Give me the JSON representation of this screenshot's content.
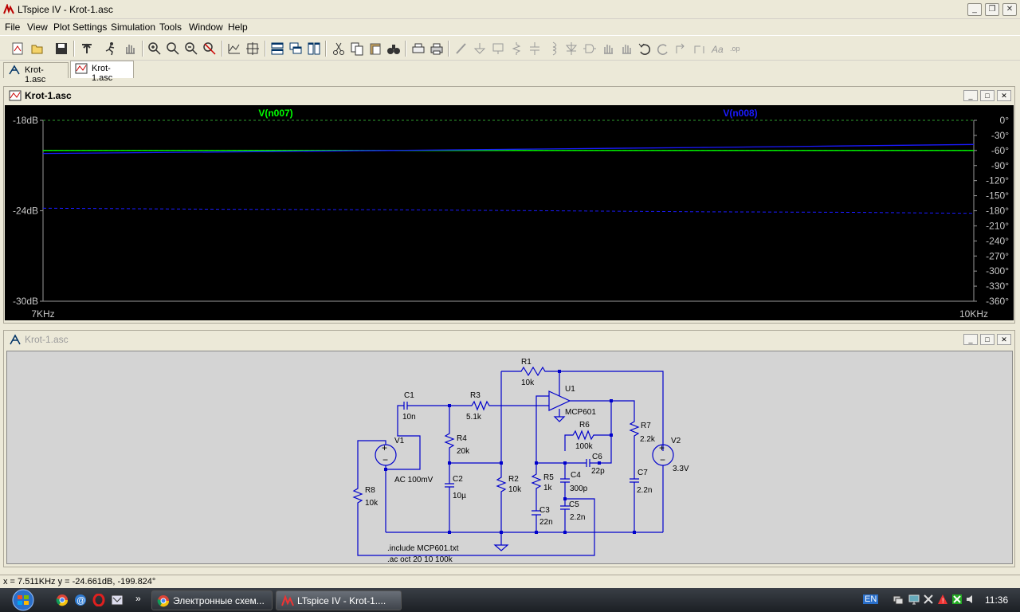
{
  "window": {
    "title": "LTspice IV - Krot-1.asc"
  },
  "menu": [
    "File",
    "View",
    "Plot Settings",
    "Simulation",
    "Tools",
    "Window",
    "Help"
  ],
  "toolbar": {
    "icons": [
      "open-schematic-icon",
      "open-file-icon",
      "save-icon",
      "control-panel-icon",
      "run-icon",
      "pan-icon",
      "zoom-in-icon",
      "zoom-area-icon",
      "zoom-out-icon",
      "zoom-cancel-icon",
      "autorange-icon",
      "mark-icon",
      "tile-horizontal-icon",
      "cascade-icon",
      "tile-vertical-icon",
      "cut-icon",
      "copy-icon",
      "paste-icon",
      "find-icon",
      "print-setup-icon",
      "print-icon",
      "wire-icon",
      "ground-icon",
      "label-icon",
      "resistor-icon",
      "capacitor-icon",
      "inductor-icon",
      "diode-icon",
      "component-icon",
      "move-icon",
      "drag-icon",
      "undo-icon",
      "redo-icon",
      "rotate-icon",
      "mirror-icon",
      "text-icon",
      "spice-directive-icon"
    ]
  },
  "tabs": [
    {
      "label": "Krot-1.asc",
      "icon": "schematic-icon",
      "active": false
    },
    {
      "label": "Krot-1.asc",
      "icon": "waveform-icon",
      "active": true
    }
  ],
  "plot_window": {
    "title": "Krot-1.asc",
    "chart_data": {
      "type": "line",
      "x_scale": "log",
      "xlim_label": [
        "7KHz",
        "10KHz"
      ],
      "x_ticks": [
        "7KHz",
        "10KHz"
      ],
      "y_left_ticks": [
        "-18dB",
        "-24dB",
        "-30dB"
      ],
      "ylim_left": [
        -30,
        -18
      ],
      "y_right_ticks": [
        "0°",
        "-30°",
        "-60°",
        "-90°",
        "-120°",
        "-150°",
        "-180°",
        "-210°",
        "-240°",
        "-270°",
        "-300°",
        "-330°",
        "-360°"
      ],
      "ylim_right": [
        -360,
        0
      ],
      "series": [
        {
          "name": "V(n007)",
          "color": "#00ff00",
          "x_khz": [
            7,
            10
          ],
          "db": [
            -20.0,
            -20.0
          ],
          "phase_deg": [
            -60.0,
            -60.0
          ]
        },
        {
          "name": "V(n008)",
          "color": "#1a1aff",
          "x_khz": [
            7,
            7.5,
            8,
            8.5,
            9,
            9.5,
            10
          ],
          "db": [
            -20.2,
            -20.1,
            -20.0,
            -19.9,
            -19.8,
            -19.7,
            -19.6
          ],
          "phase_deg": [
            -175,
            -177,
            -178,
            -180,
            -182,
            -183,
            -185
          ]
        }
      ]
    }
  },
  "schematic_window": {
    "title": "Krot-1.asc",
    "components": [
      {
        "ref": "R1",
        "value": "10k"
      },
      {
        "ref": "C1",
        "value": "10n"
      },
      {
        "ref": "R3",
        "value": "5.1k"
      },
      {
        "ref": "U1",
        "value": "MCP601"
      },
      {
        "ref": "R6",
        "value": "100k"
      },
      {
        "ref": "R7",
        "value": "2.2k"
      },
      {
        "ref": "V2",
        "value": "3.3V"
      },
      {
        "ref": "V1",
        "value": "AC 100mV"
      },
      {
        "ref": "R4",
        "value": "20k"
      },
      {
        "ref": "C2",
        "value": "10µ"
      },
      {
        "ref": "R2",
        "value": "10k"
      },
      {
        "ref": "R5",
        "value": "1k"
      },
      {
        "ref": "C4",
        "value": "300p"
      },
      {
        "ref": "C6",
        "value": "22p"
      },
      {
        "ref": "C3",
        "value": "22n"
      },
      {
        "ref": "C5",
        "value": "2.2n"
      },
      {
        "ref": "C7",
        "value": "2.2n"
      },
      {
        "ref": "R8",
        "value": "10k"
      }
    ],
    "directives": [
      ".include MCP601.txt",
      ".ac oct 20 10 100k"
    ]
  },
  "status": {
    "text": "x = 7.511KHz     y = -24.661dB, -199.824°"
  },
  "taskbar": {
    "tasks": [
      {
        "label": "Электронные схем...",
        "icon": "chrome-icon"
      },
      {
        "label": "LTspice IV - Krot-1....",
        "icon": "ltspice-icon"
      }
    ],
    "lang": "EN",
    "clock": "11:36"
  }
}
